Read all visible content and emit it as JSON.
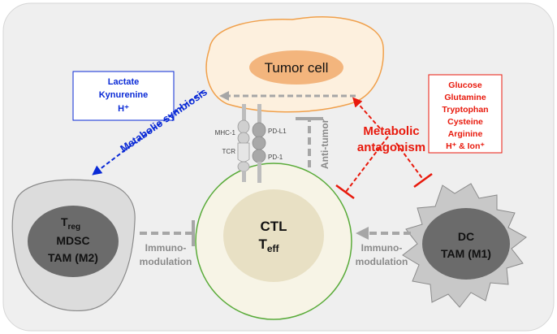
{
  "colors": {
    "background_panel": "#efefef",
    "tumor_cell_fill": "#fdf0de",
    "tumor_cell_stroke": "#f0a04b",
    "tumor_nucleus": "#f3b57d",
    "ctl_cell_fill": "#f7f4e6",
    "ctl_cell_stroke": "#5aab3a",
    "ctl_nucleus": "#e8e0c4",
    "treg_cell_fill": "#dcdcdc",
    "treg_nucleus": "#6b6b6b",
    "dc_cell_fill": "#c8c8c8",
    "dc_nucleus": "#6b6b6b",
    "gray_arrow": "#a6a6a6",
    "blue": "#0a2ad6",
    "red": "#e8190c"
  },
  "tumor_cell": {
    "label": "Tumor cell"
  },
  "ctl_cell": {
    "line1": "CTL",
    "line2_main": "T",
    "line2_sub": "eff"
  },
  "treg_cell": {
    "line1_main": "T",
    "line1_sub": "reg",
    "line2": "MDSC",
    "line3": "TAM (M2)"
  },
  "dc_cell": {
    "line1": "DC",
    "line2": "TAM (M1)"
  },
  "left_box": {
    "lines": [
      "Lactate",
      "Kynurenine",
      "H⁺"
    ]
  },
  "right_box": {
    "lines": [
      "Glucose",
      "Glutamine",
      "Tryptophan",
      "Cysteine",
      "Arginine",
      "H⁺ & Ion⁺"
    ]
  },
  "labels": {
    "metabolic_symbiosis": "Metabolic symbiosis",
    "metabolic_antagonism_1": "Metabolic",
    "metabolic_antagonism_2": "antagonism",
    "anti_tumor": "Anti-tumor",
    "immunomodulation_left_1": "Immuno-",
    "immunomodulation_left_2": "modulation",
    "immunomodulation_right_1": "Immuno-",
    "immunomodulation_right_2": "modulation"
  },
  "receptors": {
    "mhc": "MHC-1",
    "tcr": "TCR",
    "pdl1": "PD-L1",
    "pd1": "PD-1"
  }
}
